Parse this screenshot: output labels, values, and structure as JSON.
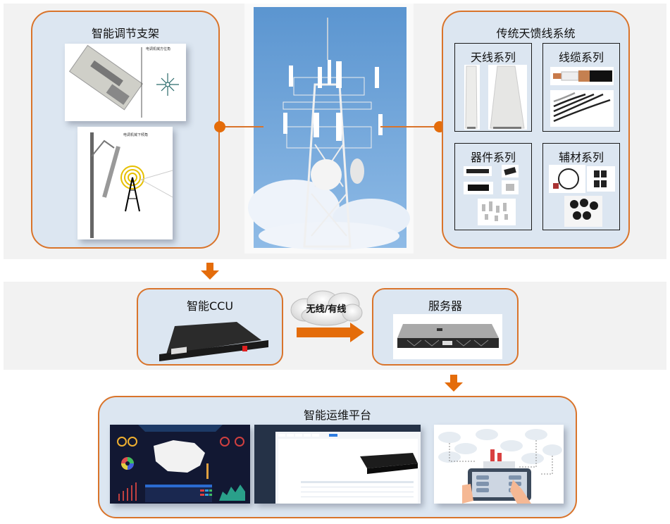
{
  "colors": {
    "accent": "#e46c0a",
    "panel_border": "#d9742b",
    "panel_fill": "#dce6f1",
    "band_fill": "#f2f2f2"
  },
  "top_left": {
    "title": "智能调节支架",
    "images": [
      {
        "icon": "bracket-azimuth-diagram",
        "caption": "电调机械方位角"
      },
      {
        "icon": "bracket-downtilt-diagram",
        "caption": "电调机械下倾角"
      }
    ]
  },
  "center": {
    "icon": "cell-tower-photo"
  },
  "top_right": {
    "title": "传统天馈线系统",
    "groups": [
      {
        "label": "天线系列",
        "icon": "antenna-panels"
      },
      {
        "label": "线缆系列",
        "icon": "coaxial-cables"
      },
      {
        "label": "器件系列",
        "icon": "rf-components"
      },
      {
        "label": "辅材系列",
        "icon": "accessories"
      }
    ]
  },
  "middle": {
    "ccu_title": "智能CCU",
    "ccu_icon": "ccu-device",
    "link_label": "无线/有线",
    "server_title": "服务器",
    "server_icon": "rack-server"
  },
  "bottom": {
    "title": "智能运维平台",
    "screens": [
      {
        "icon": "dashboard-bigscreen"
      },
      {
        "icon": "management-console"
      },
      {
        "icon": "iot-cloud-tablet"
      }
    ]
  }
}
